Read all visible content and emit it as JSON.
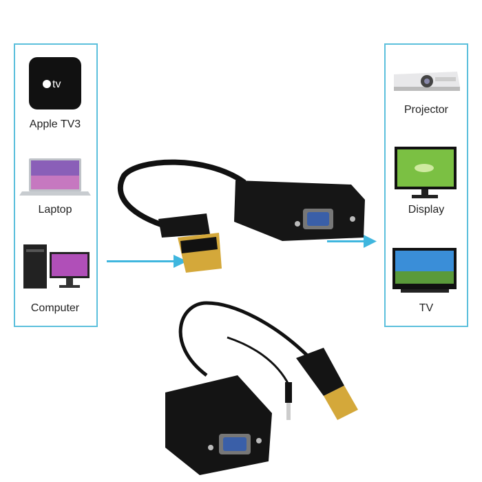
{
  "sources": [
    {
      "label": "Apple TV3",
      "icon": "apple-tv-icon"
    },
    {
      "label": "Laptop",
      "icon": "laptop-icon"
    },
    {
      "label": "Computer",
      "icon": "desktop-computer-icon"
    }
  ],
  "outputs": [
    {
      "label": "Projector",
      "icon": "projector-icon"
    },
    {
      "label": "Display",
      "icon": "monitor-icon"
    },
    {
      "label": "TV",
      "icon": "tv-icon"
    }
  ],
  "appletv_logo": "tv",
  "colors": {
    "panel_border": "#5bbfdc",
    "arrow": "#3fb6de",
    "adapter": "#141414",
    "connector_gold": "#d4a83a",
    "vga_port": "#3a5fa8"
  }
}
